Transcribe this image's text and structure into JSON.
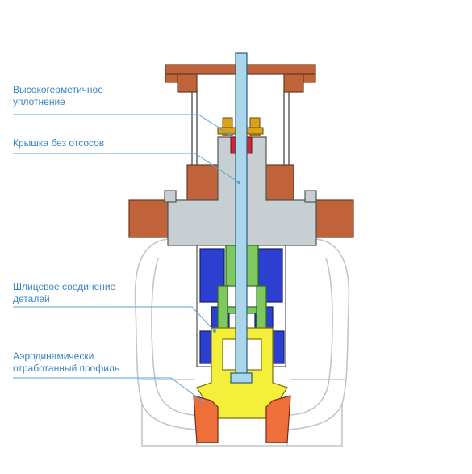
{
  "callouts": [
    {
      "id": "seal",
      "lines": [
        "Высокогерметичное",
        "уплотнение"
      ]
    },
    {
      "id": "bonnet",
      "lines": [
        "Крышка без отсосов"
      ]
    },
    {
      "id": "spline",
      "lines": [
        "Шлицевое соединение",
        "деталей"
      ]
    },
    {
      "id": "profile",
      "lines": [
        "Аэродинамически",
        "отработанный профиль"
      ]
    }
  ],
  "colors": {
    "callout_text": "#3a86c8",
    "leader_line": "#5a9fd6",
    "flange_copper": "#c0633a",
    "bonnet_gray": "#c8cfd3",
    "stem_blue": "#a9d6ea",
    "sleeve_green": "#7fc75f",
    "spring_blue": "#2d3fd0",
    "plug_yellow": "#f3ef3a",
    "seat_orange": "#ef6f3a",
    "seal_red": "#c8283a",
    "gland_gold": "#d9a21a",
    "body_outline": "#bfc6cc"
  }
}
